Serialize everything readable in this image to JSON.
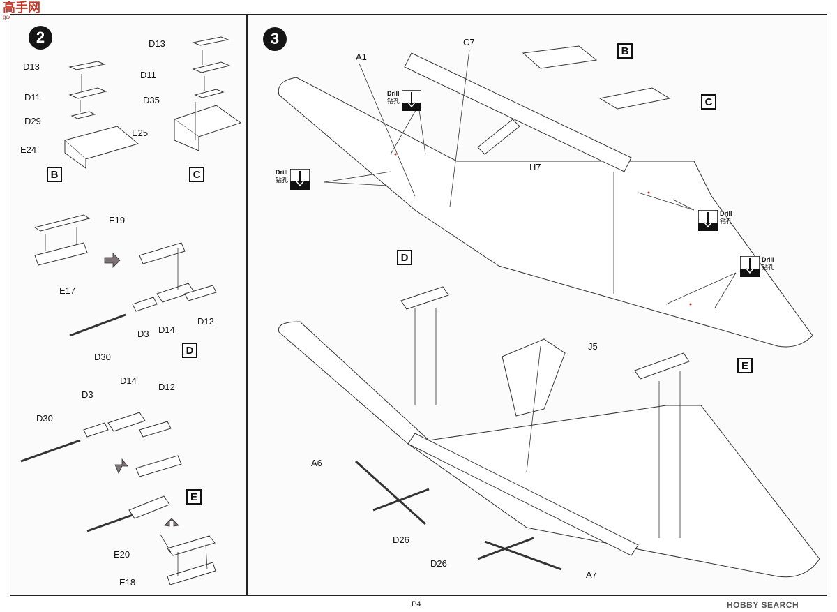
{
  "watermark": {
    "top_title": "高手网",
    "top_url": "gao-shou.com",
    "bottom": "HOBBY SEARCH"
  },
  "page_number": "P4",
  "drill": {
    "en": "Drill",
    "zh": "钻孔"
  },
  "step2": {
    "number": "2",
    "labels": [
      "D13",
      "D11",
      "D29",
      "E24",
      "D13",
      "D11",
      "D35",
      "E25",
      "E19",
      "E17",
      "D3",
      "D14",
      "D12",
      "D30",
      "D14",
      "D3",
      "D12",
      "D30",
      "E20",
      "E18"
    ],
    "boxes": [
      "B",
      "C",
      "D",
      "E"
    ]
  },
  "step3": {
    "number": "3",
    "labels": [
      "A1",
      "C7",
      "H7",
      "J5",
      "A6",
      "D26",
      "D26",
      "A7"
    ],
    "boxes": [
      "B",
      "C",
      "D",
      "E"
    ]
  }
}
